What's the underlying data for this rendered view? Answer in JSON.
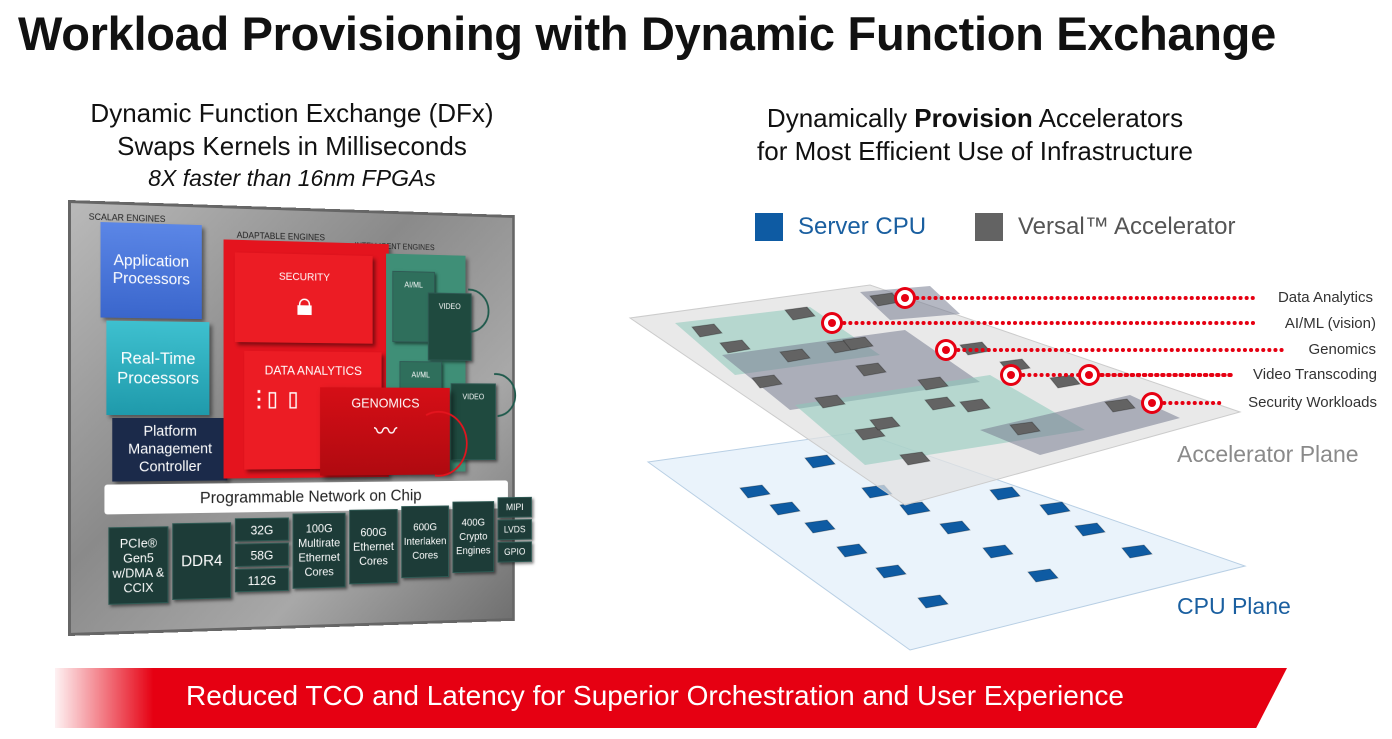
{
  "title": "Workload Provisioning with Dynamic Function Exchange",
  "left": {
    "subtitle_line1": "Dynamic Function Exchange (DFx)",
    "subtitle_line2": "Swaps Kernels in Milliseconds",
    "subtitle_line3": "8X faster than 16nm FPGAs",
    "chip": {
      "scalar_label": "SCALAR ENGINES",
      "adaptable_label": "ADAPTABLE ENGINES",
      "intelligent_label": "INTELLIGENT ENGINES",
      "app_processors": "Application Processors",
      "realtime_processors": "Real-Time Processors",
      "platform_mgmt": "Platform Management Controller",
      "security": "SECURITY",
      "data_analytics": "DATA ANALYTICS",
      "genomics": "GENOMICS",
      "aiml_1": "AI/ML",
      "aiml_2": "AI/ML",
      "video_1": "VIDEO",
      "video_2": "VIDEO",
      "noc": "Programmable Network on Chip",
      "io": {
        "pcie": "PCIe® Gen5 w/DMA & CCIX",
        "ddr4": "DDR4",
        "g32": "32G",
        "g58": "58G",
        "g112": "112G",
        "eth100": "100G Multirate Ethernet Cores",
        "eth600": "600G Ethernet Cores",
        "interlaken": "600G Interlaken Cores",
        "crypto": "400G Crypto Engines",
        "mipi": "MIPI",
        "lvds": "LVDS",
        "gpio": "GPIO"
      },
      "colors": {
        "app": "#3f6fd6",
        "realtime": "#27a6b8",
        "pmc": "#1b2a4a",
        "adaptable": "#e4141e",
        "intelligent": "#3f8f77",
        "io": "#1d3c38"
      }
    }
  },
  "right": {
    "subtitle_pre": "Dynamically ",
    "subtitle_bold": "Provision",
    "subtitle_post": " Accelerators",
    "subtitle_line2": "for Most Efficient Use of Infrastructure",
    "legend": [
      {
        "label": "Server CPU",
        "color": "#0e5ba3"
      },
      {
        "label": "Versal™ Accelerator",
        "color": "#636363"
      }
    ],
    "callouts": [
      "Data Analytics",
      "AI/ML (vision)",
      "Genomics",
      "Video Transcoding",
      "Security Workloads"
    ],
    "accelerator_plane": "Accelerator Plane",
    "cpu_plane": "CPU Plane"
  },
  "banner": "Reduced TCO and Latency for Superior Orchestration and User Experience",
  "accent_color": "#e60012"
}
